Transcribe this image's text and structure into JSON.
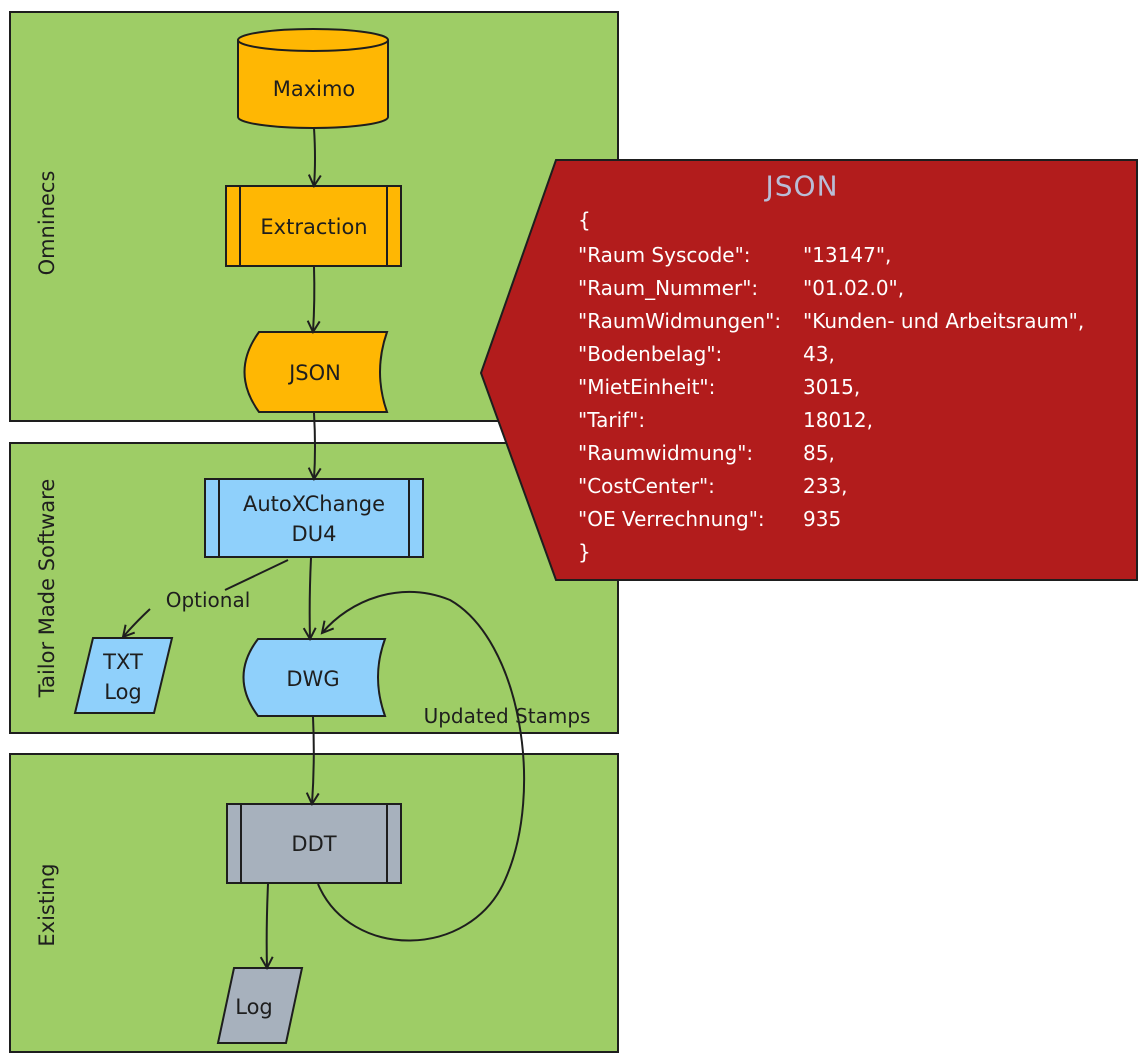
{
  "lanes": {
    "omninecs": "Omninecs",
    "tailor": "Tailor Made Software",
    "existing": "Existing"
  },
  "nodes": {
    "maximo": "Maximo",
    "extraction": "Extraction",
    "json": "JSON",
    "autoxchange": "AutoXChange\nDU4",
    "txt_log": "TXT\nLog",
    "dwg": "DWG",
    "ddt": "DDT",
    "log": "Log"
  },
  "edge_labels": {
    "optional": "Optional",
    "updated_stamps": "Updated Stamps"
  },
  "callout": {
    "title": "JSON",
    "open_brace": "{",
    "close_brace": "}",
    "rows": [
      {
        "key": "\"Raum Syscode\":",
        "value": "\"13147\","
      },
      {
        "key": "\"Raum_Nummer\":",
        "value": "\"01.02.0\","
      },
      {
        "key": "\"RaumWidmungen\":",
        "value": "\"Kunden- und Arbeitsraum\","
      },
      {
        "key": "\"Bodenbelag\":",
        "value": "43,"
      },
      {
        "key": "\"MietEinheit\":",
        "value": "3015,"
      },
      {
        "key": "\"Tarif\":",
        "value": "18012,"
      },
      {
        "key": "\"Raumwidmung\":",
        "value": "85,"
      },
      {
        "key": "\"CostCenter\":",
        "value": "233,"
      },
      {
        "key": "\"OE Verrechnung\":",
        "value": "935"
      }
    ]
  },
  "colors": {
    "lane": "#9ecd66",
    "orange": "#ffb703",
    "blue": "#8fd0fb",
    "gray": "#a7b1bd",
    "callout": "#b21c1c"
  }
}
